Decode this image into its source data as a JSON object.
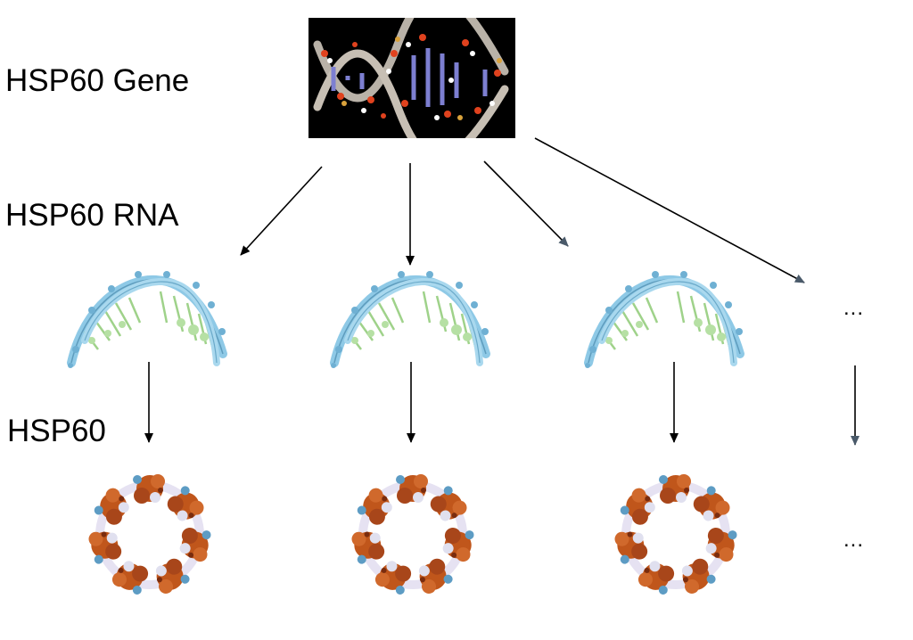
{
  "labels": {
    "gene": "HSP60 Gene",
    "rna": "HSP60 RNA",
    "protein": "HSP60"
  },
  "ellipsis": {
    "rna": "...",
    "protein": "..."
  },
  "colors": {
    "rna_backbone": "#8ec9e6",
    "rna_bases": "#9fd28a",
    "protein": "#c0561b",
    "protein_accent": "#5d9cc4",
    "dna_background": "#000000"
  },
  "illustrations": {
    "gene": "dna-double-helix-image",
    "rna": "rna-ribbon-structure",
    "protein": "hsp60-heptamer-ring"
  }
}
